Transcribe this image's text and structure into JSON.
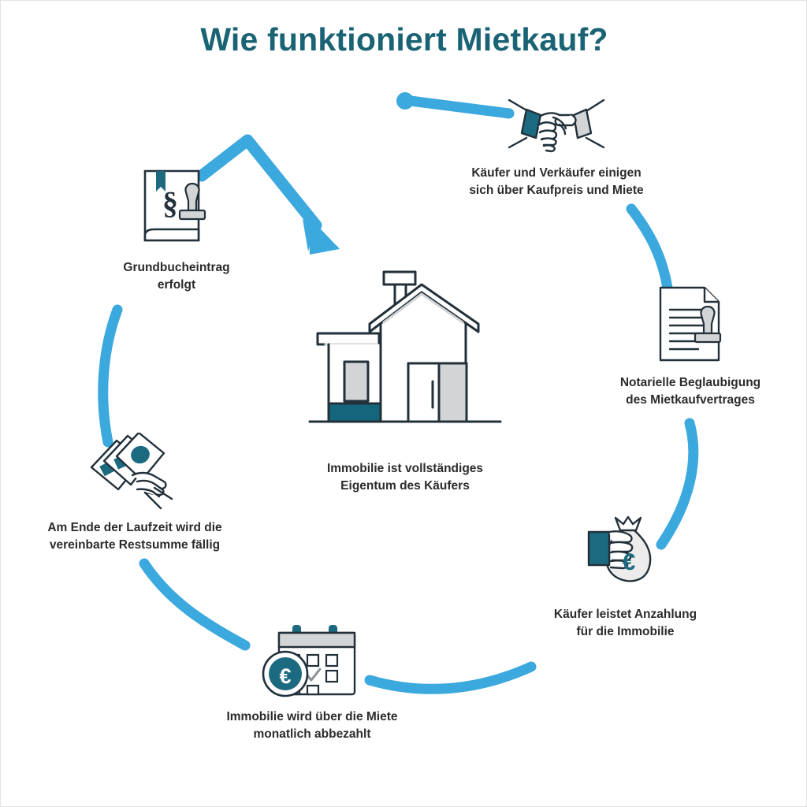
{
  "page": {
    "title": "Wie funktioniert Mietkauf?",
    "background_color": "#ffffff",
    "title_color": "#1a6374",
    "caption_color": "#2b2b2b",
    "accent_blue": "#3ba8de",
    "accent_teal": "#1b6a80",
    "accent_gray": "#d2d4d5",
    "outline_color": "#22303a"
  },
  "diagram": {
    "type": "cycle",
    "center_label": "Immobilie ist vollständiges\nEigentum des Käufers",
    "center_icon": "house-icon",
    "steps": [
      {
        "id": "handshake",
        "order": 1,
        "icon": "handshake-icon",
        "caption": "Käufer und Verkäufer einigen\nsich über Kaufpreis und Miete"
      },
      {
        "id": "notar",
        "order": 2,
        "icon": "document-stamp-icon",
        "caption": "Notarielle Beglaubigung\ndes Mietkaufvertrages"
      },
      {
        "id": "anzahlung",
        "order": 3,
        "icon": "hand-money-bag-icon",
        "caption": "Käufer leistet Anzahlung\nfür die Immobilie"
      },
      {
        "id": "kalender",
        "order": 4,
        "icon": "calendar-euro-coin-icon",
        "caption": "Immobilie wird über die Miete\nmonatlich abbezahlt"
      },
      {
        "id": "restsumme",
        "order": 5,
        "icon": "hand-banknotes-icon",
        "caption": "Am Ende der Laufzeit wird die\nvereinbarte Restsumme fällig"
      },
      {
        "id": "grundbuch",
        "order": 6,
        "icon": "law-book-stamp-icon",
        "caption": "Grundbucheintrag\nerfolgt"
      }
    ],
    "connectors": [
      {
        "id": "start-dot-line",
        "kind": "dot-line",
        "color": "#3ba8de"
      },
      {
        "id": "arc-handshake-notar",
        "kind": "arc",
        "color": "#3ba8de"
      },
      {
        "id": "arc-notar-anzahlung",
        "kind": "arc",
        "color": "#3ba8de"
      },
      {
        "id": "arc-anzahlung-kalender",
        "kind": "arc",
        "color": "#3ba8de"
      },
      {
        "id": "arc-kalender-restsumme",
        "kind": "arc",
        "color": "#3ba8de"
      },
      {
        "id": "arc-restsumme-grundbuch",
        "kind": "arc",
        "color": "#3ba8de"
      },
      {
        "id": "arrow-to-house",
        "kind": "arrow",
        "color": "#3ba8de"
      }
    ]
  }
}
